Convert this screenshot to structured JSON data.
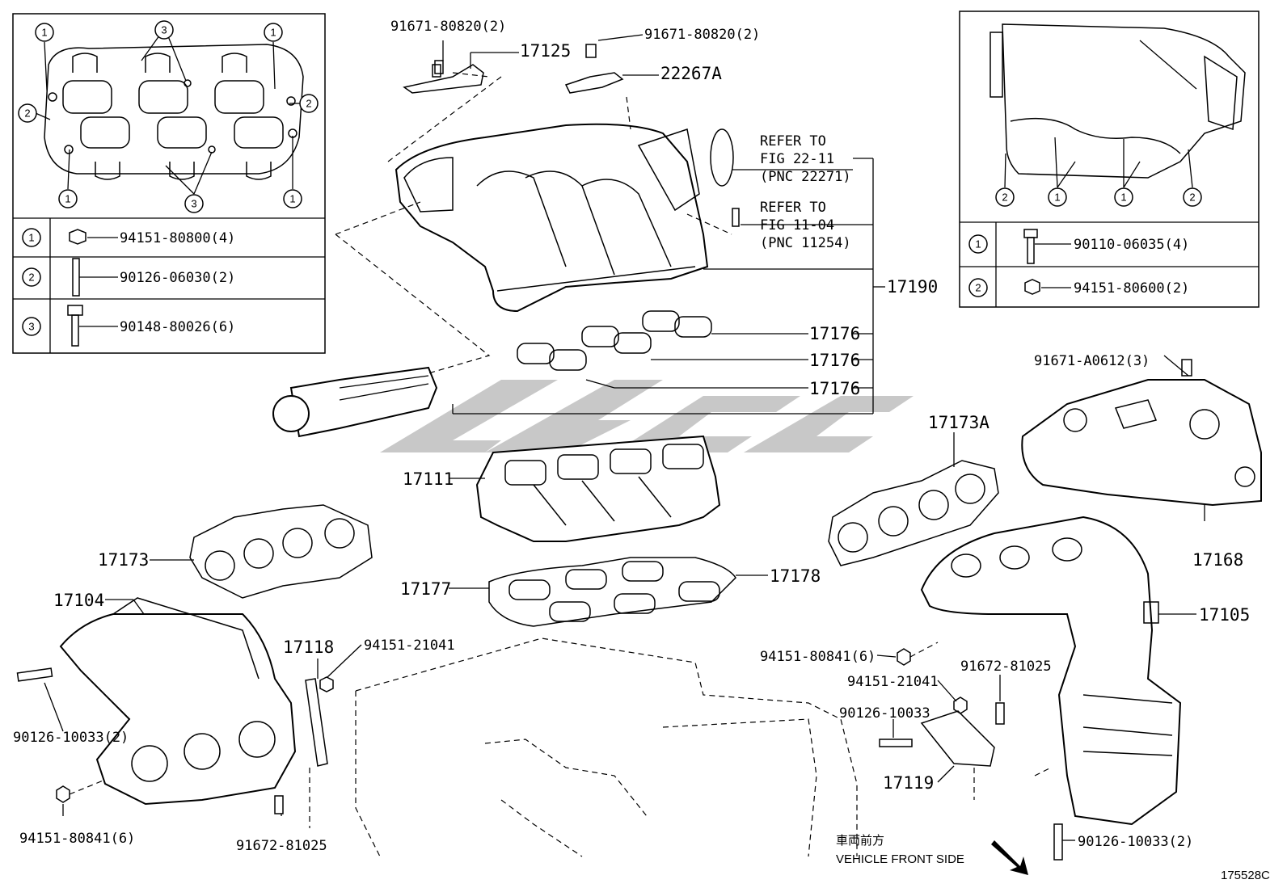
{
  "callouts": {
    "c17125": "17125",
    "c91671_80820_a": "91671-80820(2)",
    "c91671_80820_b": "91671-80820(2)",
    "c22267a": "22267A",
    "ref1_a": "REFER TO",
    "ref1_b": "FIG 22-11",
    "ref1_c": "(PNC 22271)",
    "ref2_a": "REFER TO",
    "ref2_b": "FIG 11-04",
    "ref2_c": "(PNC 11254)",
    "c17190": "17190",
    "c17176_a": "17176",
    "c17176_b": "17176",
    "c17176_c": "17176",
    "c17111": "17111",
    "c17173a": "17173A",
    "c17173": "17173",
    "c17177": "17177",
    "c17178": "17178",
    "c17104": "17104",
    "c17118": "17118",
    "c94151_21041_a": "94151-21041",
    "c94151_21041_b": "94151-21041",
    "c90126_10033_2a": "90126-10033(2)",
    "c94151_80841_6a": "94151-80841(6)",
    "c91672_81025_a": "91672-81025",
    "c91671_a0612": "91671-A0612(3)",
    "c17168": "17168",
    "c17105": "17105",
    "c94151_80841_6b": "94151-80841(6)",
    "c91672_81025_b": "91672-81025",
    "c90126_10033": "90126-10033",
    "c17119": "17119",
    "c90126_10033_2b": "90126-10033(2)",
    "front_jp": "車両前方",
    "front_en": "VEHICLE FRONT SIDE",
    "fig_id": "175528C"
  },
  "left_table": {
    "rows": [
      {
        "index": "1",
        "part": "94151-80800(4)"
      },
      {
        "index": "2",
        "part": "90126-06030(2)"
      },
      {
        "index": "3",
        "part": "90148-80026(6)"
      }
    ],
    "diagram_markers": [
      "1",
      "3",
      "1",
      "2",
      "2",
      "1",
      "3",
      "1"
    ]
  },
  "right_table": {
    "rows": [
      {
        "index": "1",
        "part": "90110-06035(4)"
      },
      {
        "index": "2",
        "part": "94151-80600(2)"
      }
    ],
    "diagram_markers": [
      "2",
      "1",
      "1",
      "2"
    ]
  },
  "watermark_color": "#9a9a9a"
}
